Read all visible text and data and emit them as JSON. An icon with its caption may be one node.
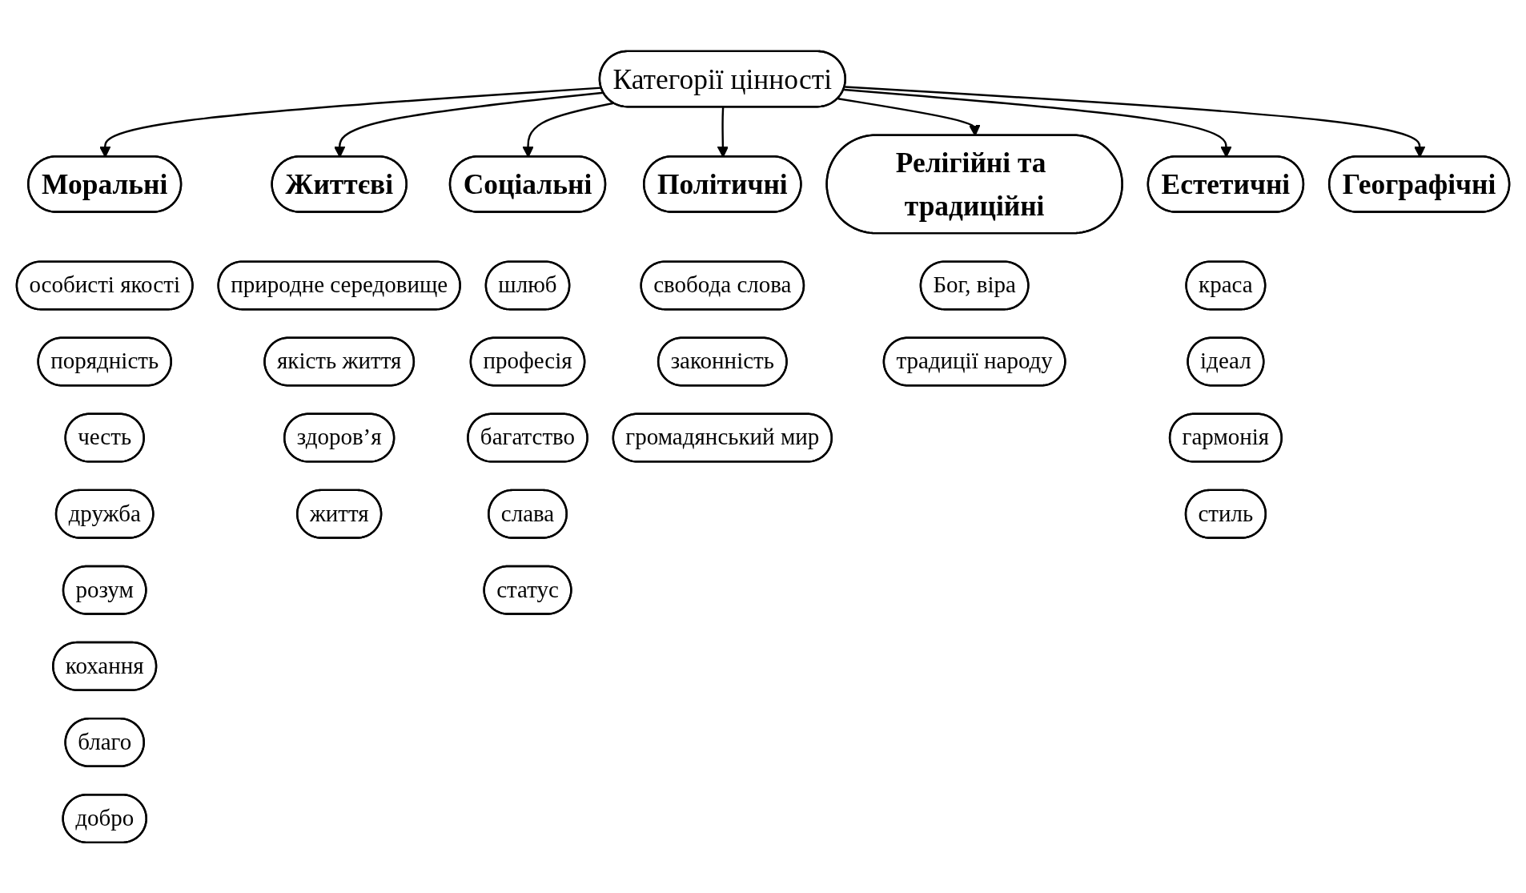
{
  "diagram": {
    "nodes": [
      {
        "text": [
          "Категорії цінності"
        ]
      },
      {
        "text": [
          "Моральні"
        ]
      },
      {
        "text": [
          "особисті якості"
        ]
      },
      {
        "text": [
          "порядність"
        ]
      },
      {
        "text": [
          "честь"
        ]
      },
      {
        "text": [
          "дружба"
        ]
      },
      {
        "text": [
          "розум"
        ]
      },
      {
        "text": [
          "кохання"
        ]
      },
      {
        "text": [
          "благо"
        ]
      },
      {
        "text": [
          "добро"
        ]
      },
      {
        "text": [
          "Життєві"
        ]
      },
      {
        "text": [
          "природне середовище"
        ]
      },
      {
        "text": [
          "якість життя"
        ]
      },
      {
        "text": [
          "здоров’я"
        ]
      },
      {
        "text": [
          "життя"
        ]
      },
      {
        "text": [
          "Соціальні"
        ]
      },
      {
        "text": [
          "шлюб"
        ]
      },
      {
        "text": [
          "професія"
        ]
      },
      {
        "text": [
          "багатство"
        ]
      },
      {
        "text": [
          "слава"
        ]
      },
      {
        "text": [
          "статус"
        ]
      },
      {
        "text": [
          "Політичні"
        ]
      },
      {
        "text": [
          "свобода слова"
        ]
      },
      {
        "text": [
          "законність"
        ]
      },
      {
        "text": [
          "громадянський мир"
        ]
      },
      {
        "text": [
          "Релігійні та традиційні"
        ]
      },
      {
        "text": [
          "Бог, віра"
        ]
      },
      {
        "text": [
          "традиції народу"
        ]
      },
      {
        "text": [
          "Естетичні"
        ]
      },
      {
        "text": [
          "краса"
        ]
      },
      {
        "text": [
          "ідеал"
        ]
      },
      {
        "text": [
          "гармонія"
        ]
      },
      {
        "text": [
          "стиль"
        ]
      },
      {
        "text": [
          "Географічні"
        ]
      }
    ],
    "edges": [
      {
        "from": 0,
        "to": 1,
        "arrow": "to"
      },
      {
        "from": 0,
        "to": 10,
        "arrow": "to"
      },
      {
        "from": 0,
        "to": 15,
        "arrow": "to"
      },
      {
        "from": 0,
        "to": 21,
        "arrow": "to"
      },
      {
        "from": 0,
        "to": 25,
        "arrow": "to"
      },
      {
        "from": 0,
        "to": 28,
        "arrow": "to"
      },
      {
        "from": 0,
        "to": 33,
        "arrow": "to"
      }
    ]
  }
}
